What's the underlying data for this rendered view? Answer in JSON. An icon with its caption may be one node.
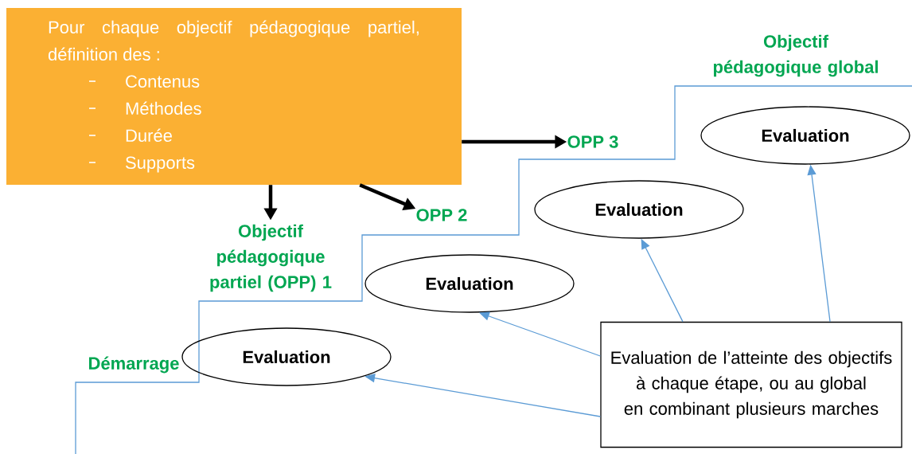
{
  "diagram": {
    "nodes": [
      {
        "text": [
          "Pour chaque objectif pédagogique partiel, définition des :",
          "Contenus",
          "Méthodes",
          "Durée",
          "Supports"
        ]
      },
      {
        "text": [
          "Evaluation"
        ]
      },
      {
        "text": [
          "OPP 3"
        ]
      },
      {
        "text": [
          "Evaluation"
        ]
      },
      {
        "text": [
          "OPP 2"
        ]
      },
      {
        "text": [
          "Objectif pédagogique partiel (OPP) 1"
        ]
      },
      {
        "text": [
          "Evaluation"
        ]
      },
      {
        "text": [
          "Evaluation"
        ]
      },
      {
        "text": [
          "Evaluation de l’atteinte des objectifs à chaque étape, ou au global en combinant plusieurs marches"
        ]
      }
    ],
    "edges": [
      {
        "from": 0,
        "to": 5,
        "arrow": "to",
        "style": "thick",
        "color": "#000000"
      },
      {
        "from": 0,
        "to": 4,
        "arrow": "to",
        "style": "thick",
        "color": "#000000"
      },
      {
        "from": 0,
        "to": 2,
        "arrow": "to",
        "style": "thick",
        "color": "#000000"
      },
      {
        "from": 8,
        "to": 7,
        "arrow": "to"
      },
      {
        "from": 8,
        "to": 6,
        "arrow": "to"
      },
      {
        "from": 8,
        "to": 3,
        "arrow": "to"
      },
      {
        "from": 8,
        "to": 1,
        "arrow": "to"
      }
    ],
    "labels": [
      "Objectif pédagogique global",
      "Démarrage"
    ]
  }
}
